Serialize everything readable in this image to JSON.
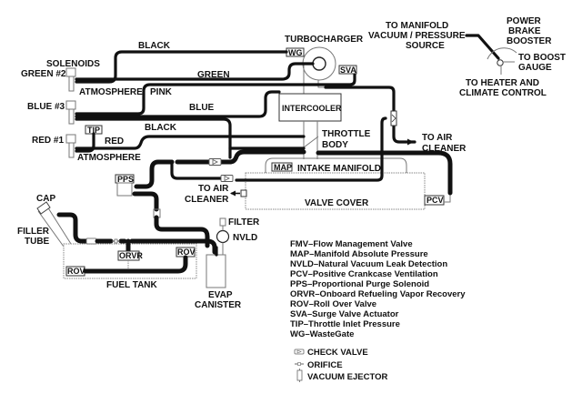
{
  "title": "Vacuum Hose Routing Diagram",
  "components": {
    "turbocharger": "TURBOCHARGER",
    "wastegate": "WG",
    "surge_valve": "SVA",
    "intercooler": "INTERCOOLER",
    "throttle_body_1": "THROTTLE",
    "throttle_body_2": "BODY",
    "intake_manifold": "INTAKE MANIFOLD",
    "map": "MAP",
    "valve_cover": "VALVE COVER",
    "pcv": "PCV",
    "pps": "PPS",
    "tip": "TIP",
    "cap": "CAP",
    "filler_tube_1": "FILLER",
    "filler_tube_2": "TUBE",
    "orvr": "ORVR",
    "rov_left": "ROV",
    "rov_right": "ROV",
    "fuel_tank": "FUEL TANK",
    "filter": "FILTER",
    "nvld": "NVLD",
    "evap_1": "EVAP",
    "evap_2": "CANISTER"
  },
  "solenoids": {
    "heading": "SOLENOIDS",
    "green": "GREEN #2",
    "blue": "BLUE #3",
    "red": "RED #1",
    "atmosphere_top": "ATMOSPHERE",
    "atmosphere_bottom": "ATMOSPHERE"
  },
  "hoses": {
    "black_top": "BLACK",
    "green": "GREEN",
    "pink": "PINK",
    "blue": "BLUE",
    "black_mid": "BLACK",
    "red": "RED"
  },
  "hose_colors": {
    "green": "#2ecc40",
    "pink": "#cc22cc",
    "blue": "#1a2bbf",
    "red": "#d01818"
  },
  "air_cleaner_right": [
    "TO AIR",
    "CLEANER"
  ],
  "air_cleaner_left": [
    "TO AIR",
    "CLEANER"
  ],
  "booster_inset": {
    "source": [
      "TO MANIFOLD",
      "VACUUM / PRESSURE",
      "SOURCE"
    ],
    "booster": [
      "POWER",
      "BRAKE",
      "BOOSTER"
    ],
    "gauge": [
      "TO BOOST",
      "GAUGE"
    ],
    "heater": [
      "TO HEATER AND",
      "CLIMATE CONTROL"
    ]
  },
  "abbreviations": [
    "FMV–Flow Management Valve",
    "MAP–Manifold Absolute Pressure",
    "NVLD–Natural Vacuum Leak Detection",
    "PCV–Positive Crankcase Ventilation",
    "PPS–Proportional Purge Solenoid",
    "ORVR–Onboard Refueling Vapor Recovery",
    "ROV–Roll Over Valve",
    "SVA–Surge Valve Actuator",
    "TIP–Throttle Inlet Pressure",
    "WG–WasteGate"
  ],
  "symbols": [
    {
      "icon": "check-valve-icon",
      "label": "CHECK VALVE"
    },
    {
      "icon": "orifice-icon",
      "label": "ORIFICE"
    },
    {
      "icon": "vacuum-ejector-icon",
      "label": "VACUUM EJECTOR"
    }
  ]
}
